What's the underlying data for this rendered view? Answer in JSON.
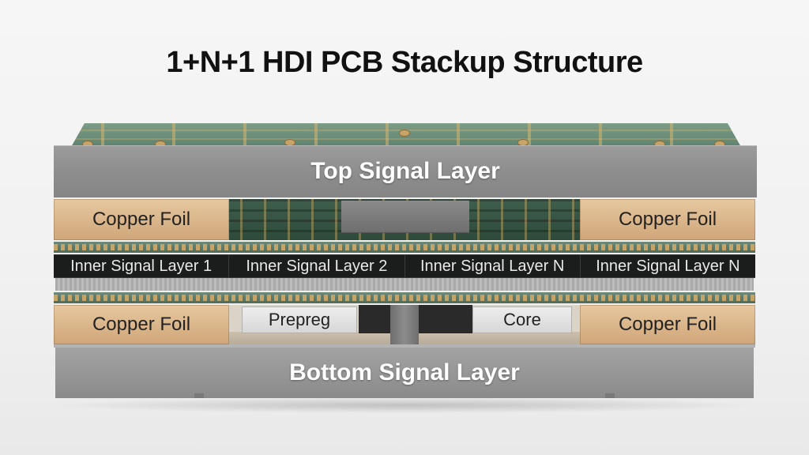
{
  "title": "1+N+1 HDI PCB Stackup Structure",
  "layers": {
    "top_signal": "Top Signal Layer",
    "copper_foil_top_left": "Copper Foil",
    "copper_foil_top_right": "Copper Foil",
    "inner_signal_layers": [
      "Inner Signal Layer 1",
      "Inner Signal Layer 2",
      "Inner Signal Layer N",
      "Inner Signal Layer N"
    ],
    "copper_foil_bottom_left": "Copper Foil",
    "prepreg": "Prepreg",
    "core": "Core",
    "copper_foil_bottom_right": "Copper Foil",
    "bottom_signal": "Bottom Signal Layer"
  },
  "colors": {
    "copper": "#d9b388",
    "slab": "#8e8e8e",
    "pcb_green": "#5f8370",
    "inner_dark": "#1b1d1d"
  }
}
